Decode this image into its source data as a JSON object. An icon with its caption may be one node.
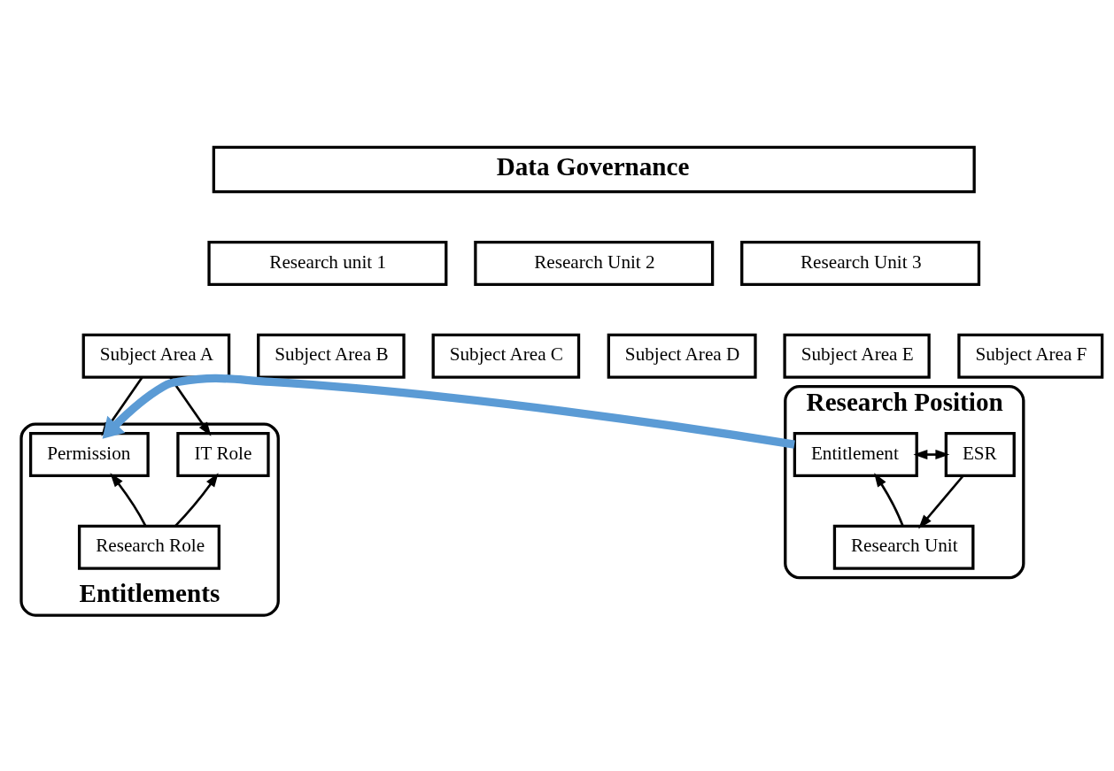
{
  "diagram": {
    "nodes": [
      {
        "text": [
          "Data Governance"
        ]
      },
      {
        "text": [
          "Research unit 1"
        ]
      },
      {
        "text": [
          "Research Unit 2"
        ]
      },
      {
        "text": [
          "Research Unit 3"
        ]
      },
      {
        "text": [
          "Subject Area A"
        ]
      },
      {
        "text": [
          "Subject Area B"
        ]
      },
      {
        "text": [
          "Subject Area C"
        ]
      },
      {
        "text": [
          "Subject Area D"
        ]
      },
      {
        "text": [
          "Subject Area E"
        ]
      },
      {
        "text": [
          "Subject Area F"
        ]
      },
      {
        "text": [
          "Entitlements"
        ]
      },
      {
        "text": [
          "IT Role"
        ],
        "in": 10
      },
      {
        "text": [
          "Permission"
        ],
        "in": 10
      },
      {
        "text": [
          "Research Role"
        ],
        "in": 10
      },
      {
        "text": [
          "Research Position"
        ]
      },
      {
        "text": [
          "Entitlement"
        ],
        "in": 14
      },
      {
        "text": [
          "ESR"
        ],
        "in": 14
      },
      {
        "text": [
          "Research Unit"
        ],
        "in": 14
      }
    ],
    "edges": [
      {
        "from": 4,
        "to": 11,
        "arrow": "to"
      },
      {
        "from": 4,
        "to": 12,
        "arrow": "to"
      },
      {
        "from": 13,
        "to": 11,
        "arrow": "to"
      },
      {
        "from": 13,
        "to": 12,
        "arrow": "to"
      },
      {
        "from": 15,
        "to": 12,
        "arrow": "to",
        "style": "thick",
        "color": "#5b9bd5"
      },
      {
        "from": 15,
        "to": 16,
        "arrow": "both"
      },
      {
        "from": 16,
        "to": 17,
        "arrow": "to"
      },
      {
        "from": 17,
        "to": 15,
        "arrow": "to"
      }
    ]
  }
}
